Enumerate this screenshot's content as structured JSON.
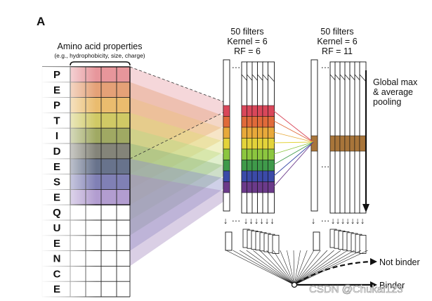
{
  "panel_label": "A",
  "amino_acid_properties": {
    "title": "Amino acid properties",
    "subtitle": "(e.g., hydrophobicity, size, charge)"
  },
  "sequence_letters": [
    "P",
    "E",
    "P",
    "T",
    "I",
    "D",
    "E",
    "S",
    "E",
    "Q",
    "U",
    "E",
    "N",
    "C",
    "E"
  ],
  "layer1": {
    "filters": "50 filters",
    "kernel": "Kernel = 6",
    "rf": "RF = 6"
  },
  "layer2": {
    "filters": "50 filters",
    "kernel": "Kernel = 6",
    "rf": "RF = 11"
  },
  "pooling_label": [
    "Global max",
    "& average",
    "pooling"
  ],
  "outputs": {
    "not_binder": "Not binder",
    "binder": "Binder"
  },
  "ellipsis": "···",
  "watermark": "CSDN @Chukai123",
  "colors": {
    "band_colors": [
      "#d9475a",
      "#e06a3a",
      "#e8a93a",
      "#e3d33a",
      "#8cc63f",
      "#3f9a4a",
      "#3b4aa8",
      "#6b3a8a"
    ],
    "pooled": "#a8753a",
    "line": "#111111"
  }
}
